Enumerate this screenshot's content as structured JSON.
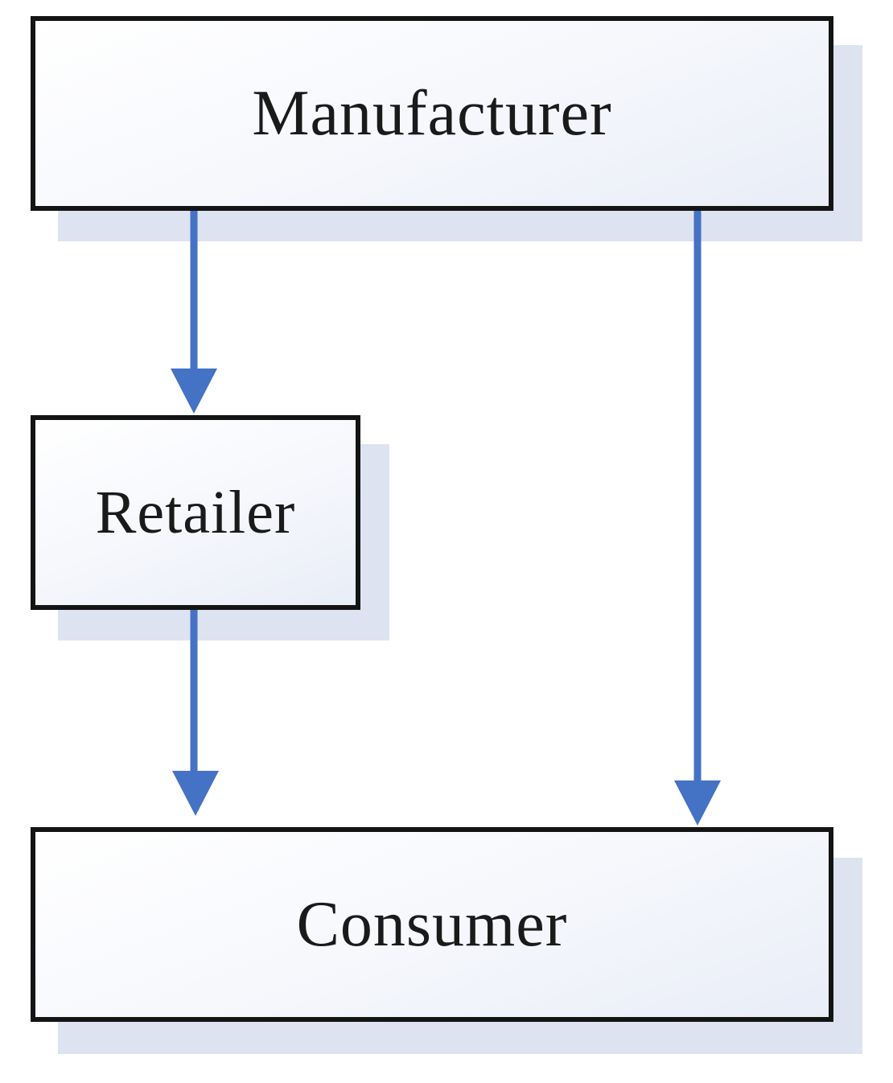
{
  "nodes": {
    "manufacturer": "Manufacturer",
    "retailer": "Retailer",
    "consumer": "Consumer"
  },
  "edges": [
    {
      "from": "Manufacturer",
      "to": "Retailer"
    },
    {
      "from": "Retailer",
      "to": "Consumer"
    },
    {
      "from": "Manufacturer",
      "to": "Consumer"
    }
  ],
  "colors": {
    "arrow": "#4472c4",
    "border": "#141414",
    "shadow": "#dde3f1"
  }
}
